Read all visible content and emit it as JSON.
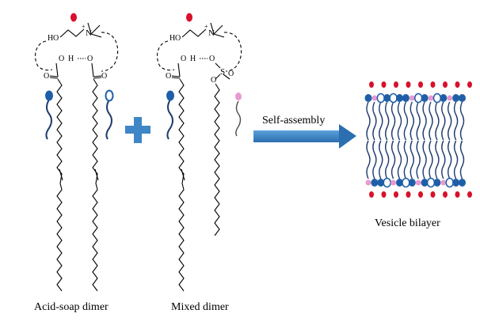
{
  "captions": {
    "acid_soap": "Acid-soap dimer",
    "mixed": "Mixed dimer",
    "vesicle": "Vesicle bilayer",
    "arrow": "Self-assembly"
  },
  "chem": {
    "h": "H",
    "o": "O",
    "n_plus": "+",
    "n": "N",
    "s": "S"
  },
  "colors": {
    "red": "#d8112c",
    "blue": "#1f5fa8",
    "pink": "#e79bd0",
    "arrow": "#3e86c6",
    "plus": "#3e86c6"
  }
}
